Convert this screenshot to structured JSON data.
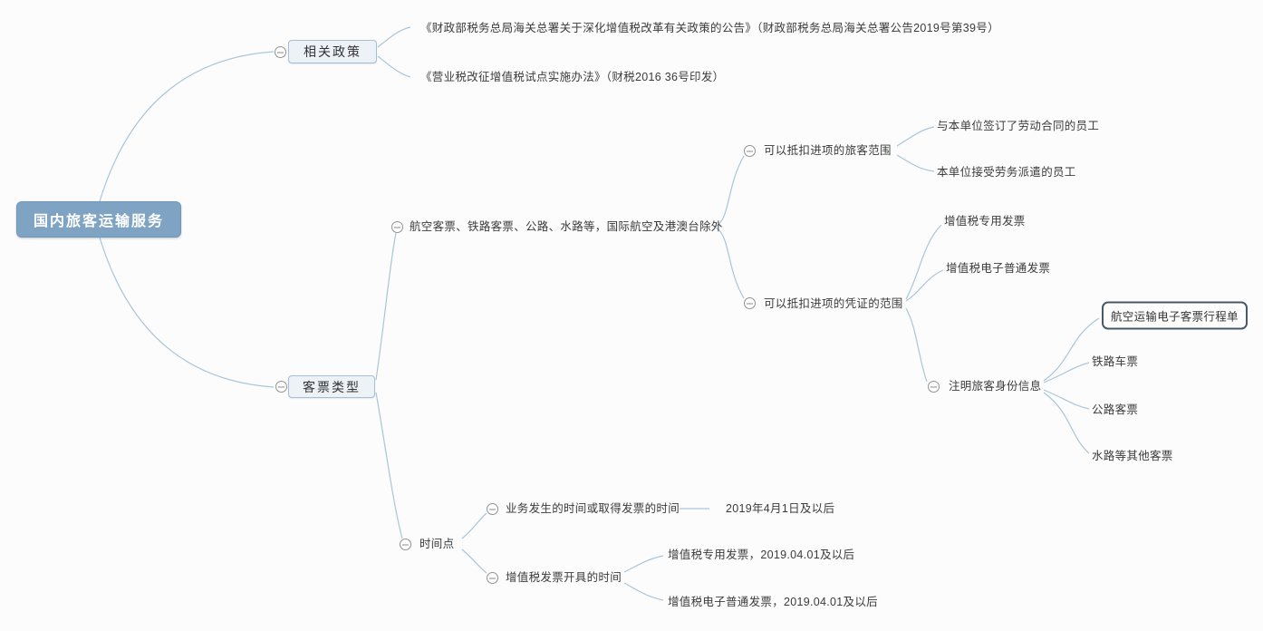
{
  "colors": {
    "canvas_bg": "#fcfcfc",
    "root_bg": "#7fa3c2",
    "branch_box_bg": "#edf2f7",
    "branch_box_border": "#a6bdd2",
    "edge_line": "#a9c5da",
    "selected_border": "#49596a",
    "text": "#3b3b3b"
  },
  "icons": {
    "collapse": "minus-circle"
  },
  "nodes": {
    "root": "国内旅客运输服务",
    "policy": "相关政策",
    "policy_doc1": "《财政部税务总局海关总署关于深化增值税改革有关政策的公告》（财政部税务总局海关总署公告2019号第39号）",
    "policy_doc2": "《营业税改征增值税试点实施办法》（财税2016 36号印发）",
    "ticket_type": "客票类型",
    "ticket_scope": "航空客票、铁路客票、公路、水路等，国际航空及港澳台除外",
    "passenger_scope": "可以抵扣进项的旅客范围",
    "passenger_contract": "与本单位签订了劳动合同的员工",
    "passenger_dispatch": "本单位接受劳务派遣的员工",
    "voucher_scope": "可以抵扣进项的凭证的范围",
    "voucher_special": "增值税专用发票",
    "voucher_electronic": "增值税电子普通发票",
    "identity_info": "注明旅客身份信息",
    "air_itinerary": "航空运输电子客票行程单",
    "rail_ticket": "铁路车票",
    "road_ticket": "公路客票",
    "water_ticket": "水路等其他客票",
    "time_point": "时间点",
    "time_business": "业务发生的时间或取得发票的时间",
    "time_business_value": "2019年4月1日及以后",
    "time_invoice": "增值税发票开具的时间",
    "time_invoice_special": "增值税专用发票，2019.04.01及以后",
    "time_invoice_electronic": "增值税电子普通发票，2019.04.01及以后"
  }
}
